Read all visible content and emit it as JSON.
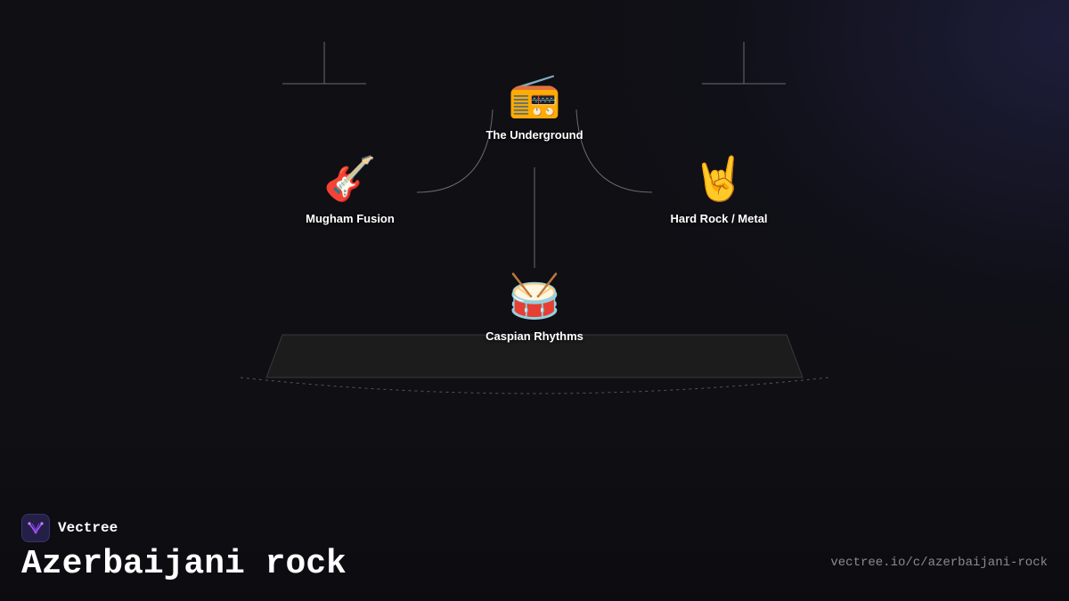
{
  "brand": {
    "name": "Vectree",
    "logo_icon": "vectree-logo-icon",
    "logo_color": "#a855f7"
  },
  "page": {
    "title": "Azerbaijani rock",
    "url": "vectree.io/c/azerbaijani-rock"
  },
  "nodes": [
    {
      "id": "underground",
      "label": "The Underground",
      "icon": "📻",
      "icon_name": "radio-icon"
    },
    {
      "id": "mugham",
      "label": "Mugham Fusion",
      "icon": "🎸",
      "icon_name": "guitar-icon"
    },
    {
      "id": "hardrock",
      "label": "Hard Rock / Metal",
      "icon": "🤘",
      "icon_name": "rock-hand-icon"
    },
    {
      "id": "caspian",
      "label": "Caspian Rhythms",
      "icon": "🥁",
      "icon_name": "drum-icon"
    }
  ],
  "colors": {
    "background": "#0f0f14",
    "connector": "#6b6b6b",
    "stage": "#1c1c1c"
  }
}
